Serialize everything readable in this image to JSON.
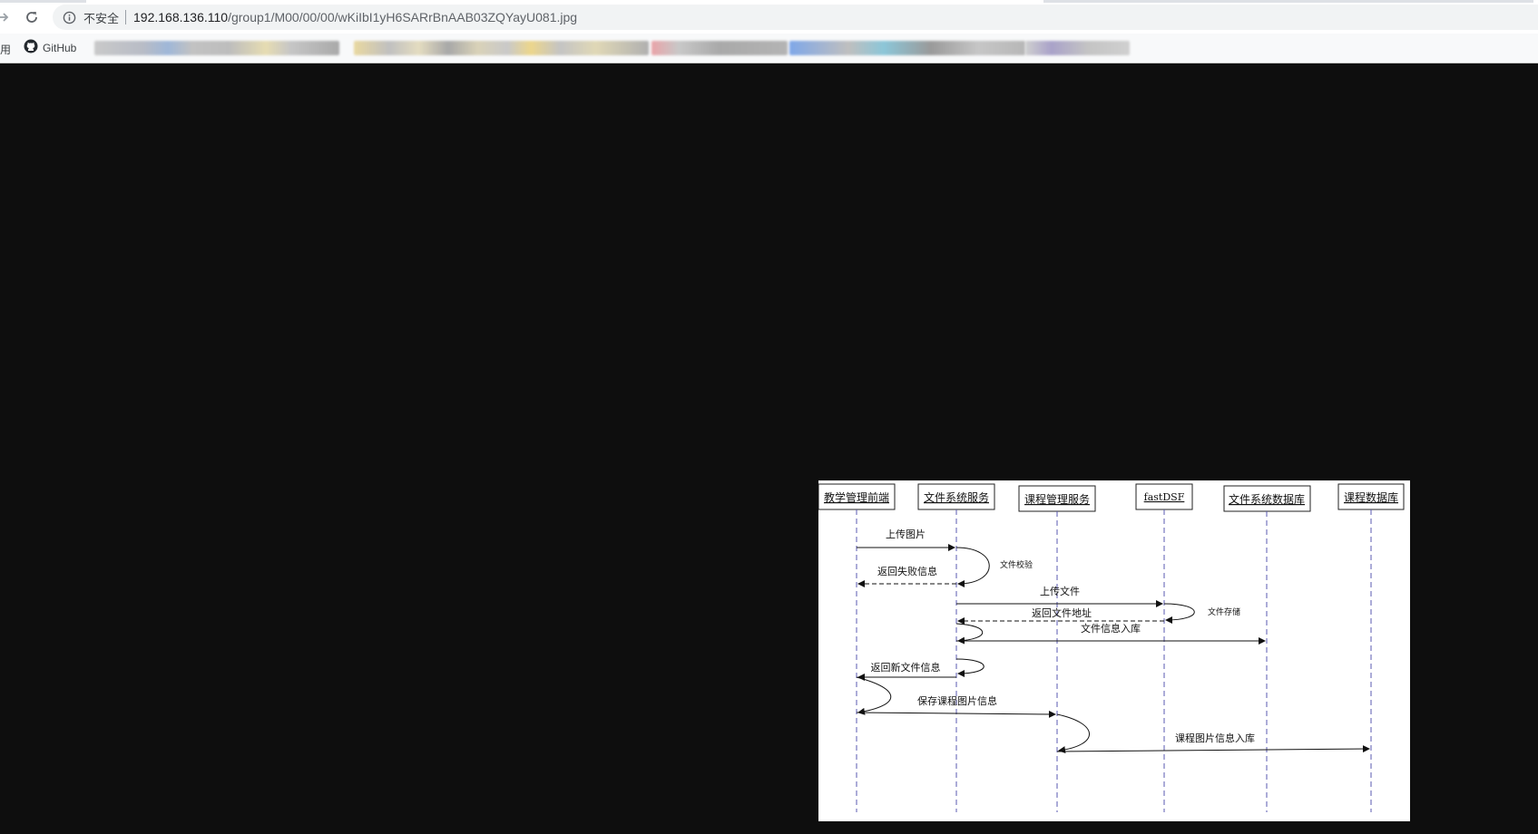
{
  "browser": {
    "not_secure_label": "不安全",
    "url_host": "192.168.136.110",
    "url_path": "/group1/M00/00/00/wKiIbI1yH6SARrBnAAB03ZQYayU081.jpg",
    "forward_icon": "arrow-right-icon",
    "reload_icon": "reload-icon",
    "info_icon": "info-circle-icon"
  },
  "bookmarks": {
    "apps_label": "用",
    "github_label": "GitHub",
    "github_icon": "github-icon"
  },
  "image": {
    "participants": [
      "教学管理前端",
      "文件系统服务",
      "课程管理服务",
      "fastDSF",
      "文件系统数据库",
      "课程数据库"
    ],
    "messages": {
      "upload_image": "上传图片",
      "file_check": "文件校验",
      "return_fail": "返回失败信息",
      "upload_file": "上传文件",
      "file_store": "文件存储",
      "return_file_addr": "返回文件地址",
      "file_info_db": "文件信息入库",
      "return_new_file_info": "返回新文件信息",
      "save_course_image": "保存课程图片信息",
      "course_image_db": "课程图片信息入库"
    }
  }
}
